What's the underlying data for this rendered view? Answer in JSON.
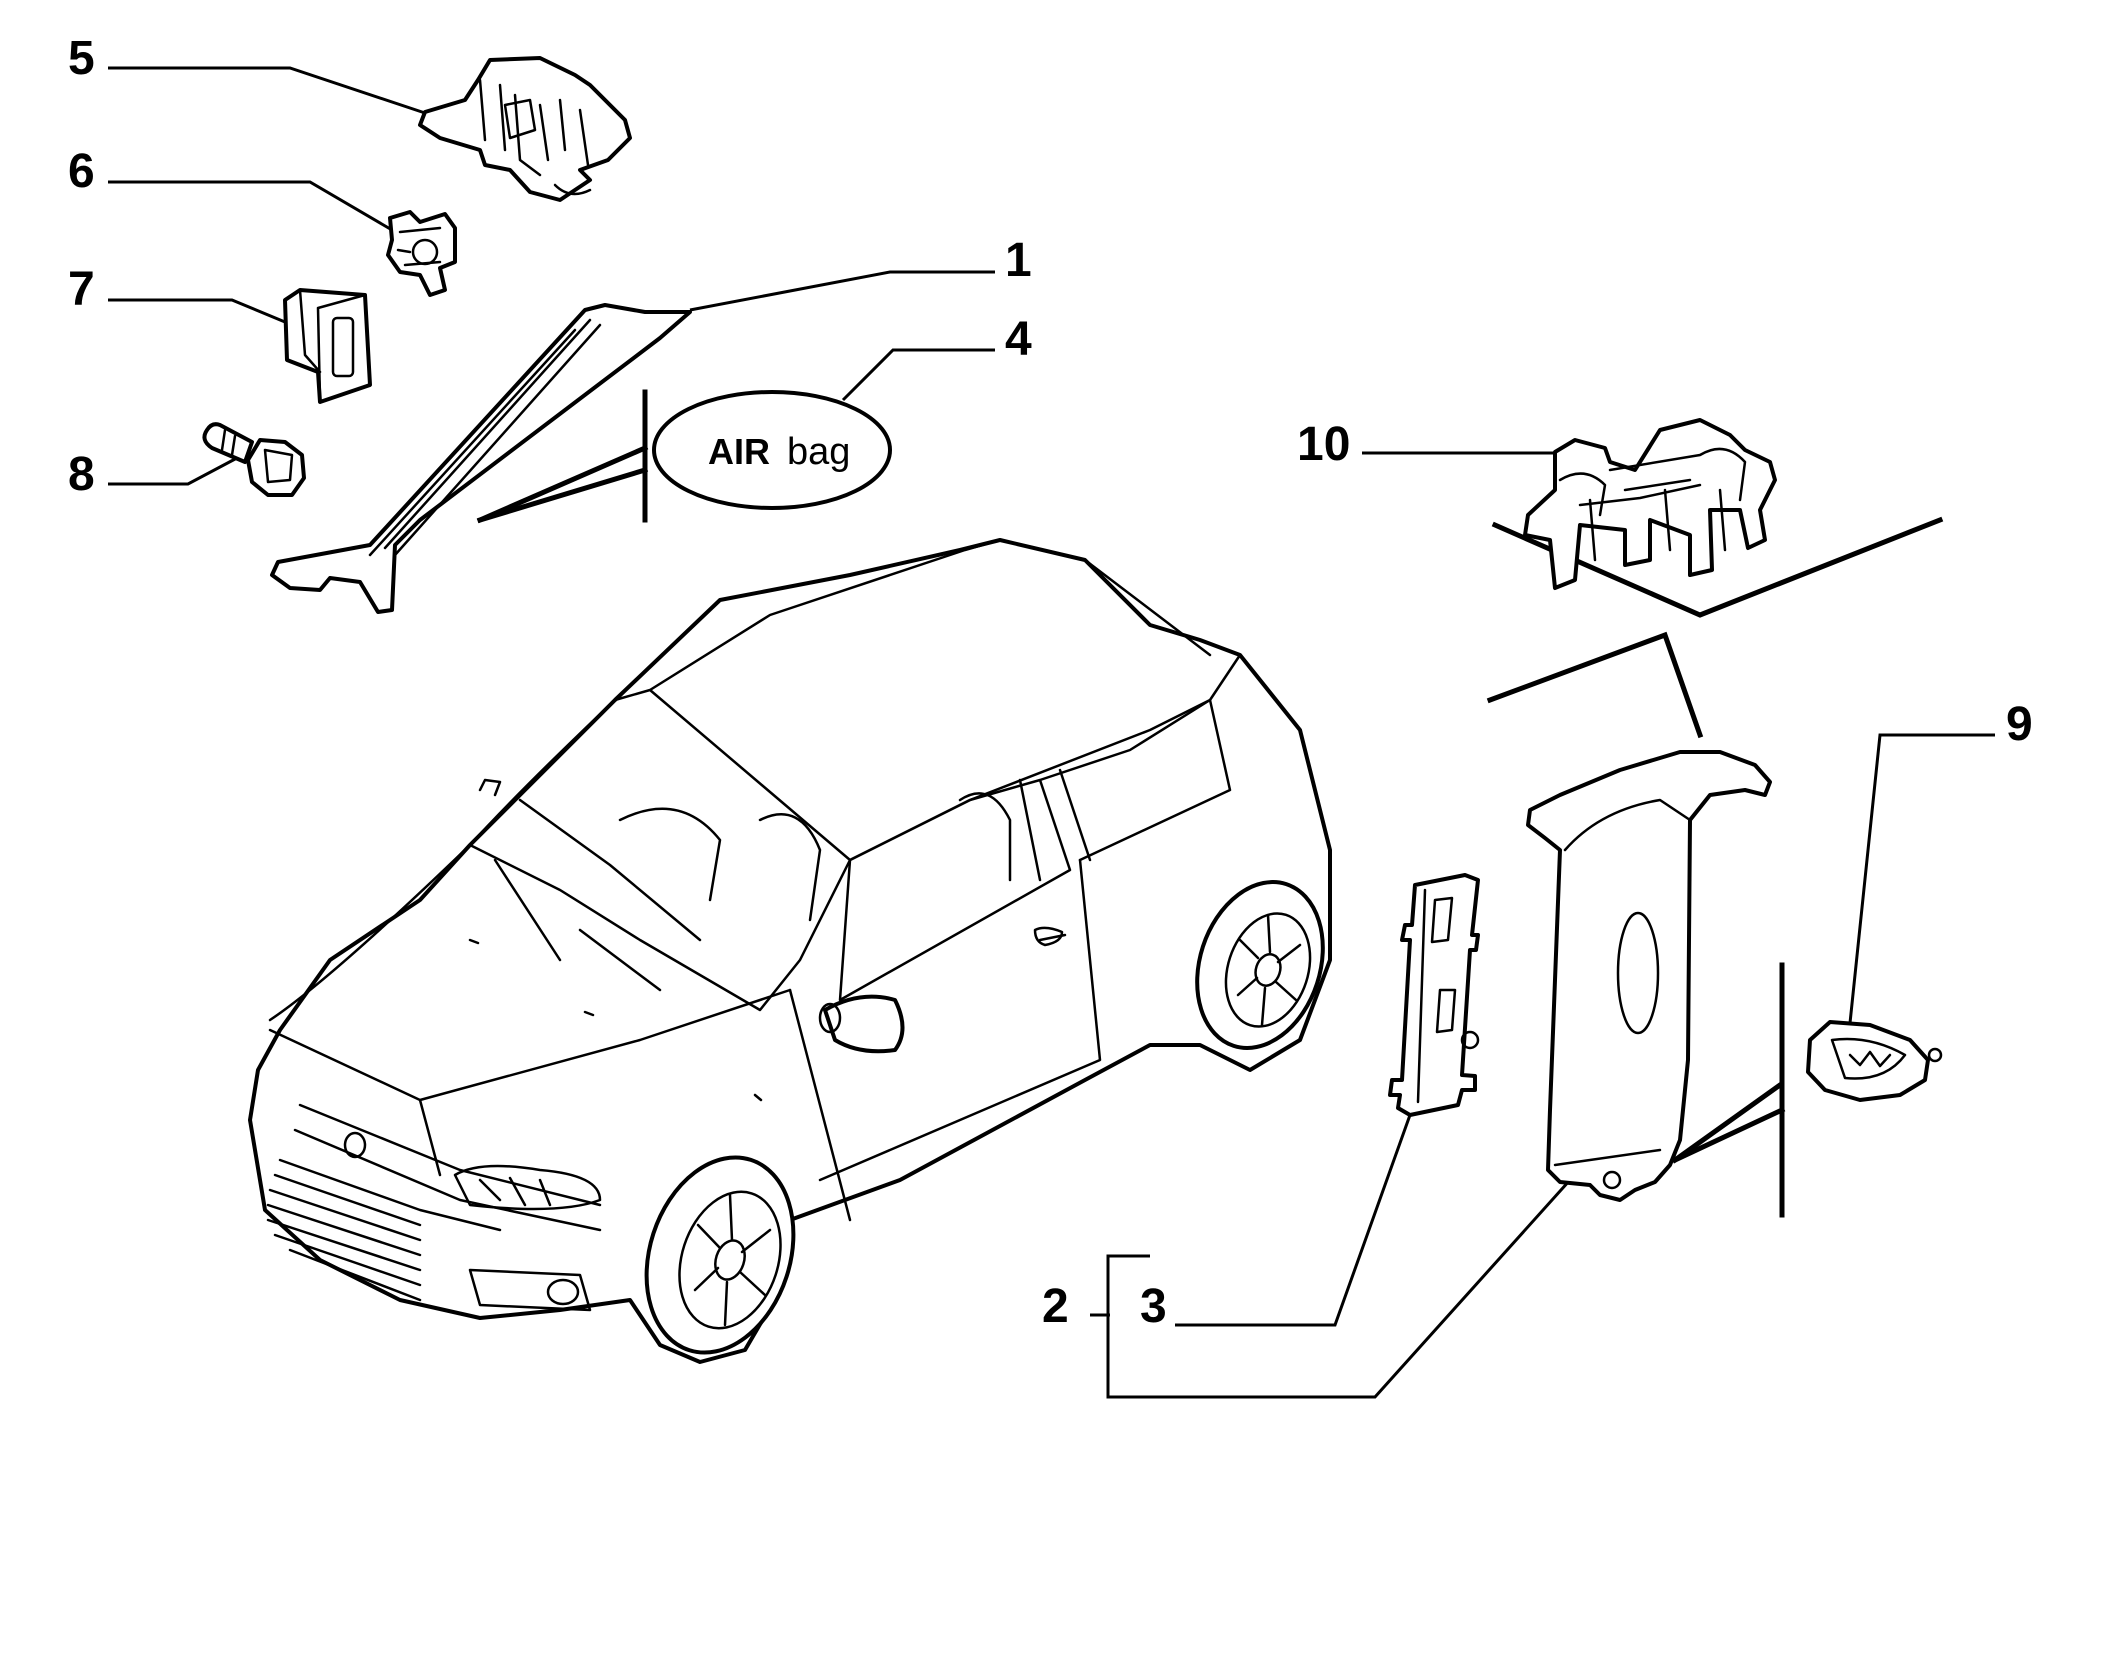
{
  "callouts": {
    "c1": "1",
    "c2": "2",
    "c3": "3",
    "c4": "4",
    "c5": "5",
    "c6": "6",
    "c7": "7",
    "c8": "8",
    "c9": "9",
    "c10": "10"
  },
  "airbag_label": {
    "strong": "AIR",
    "weak": "bag"
  }
}
